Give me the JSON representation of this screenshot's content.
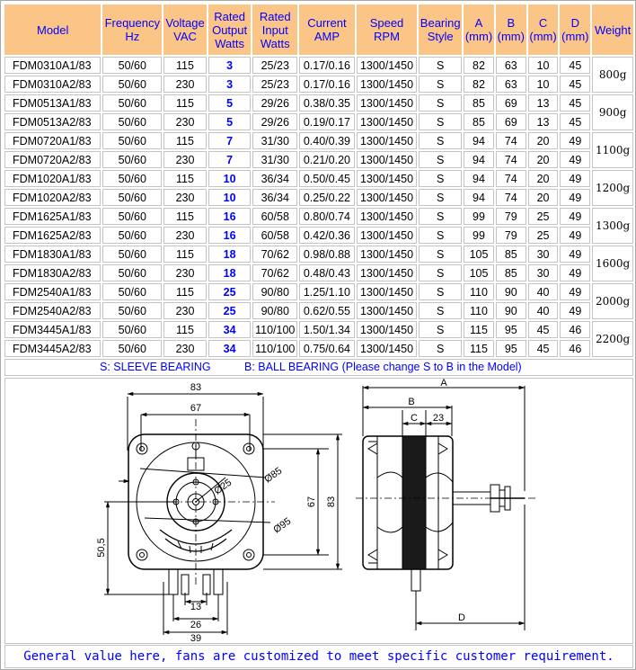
{
  "headers": {
    "model": "Model",
    "frequency": [
      "Frequency",
      "Hz"
    ],
    "voltage": [
      "Voltage",
      "VAC"
    ],
    "rated_output": [
      "Rated",
      "Output",
      "Watts"
    ],
    "rated_input": [
      "Rated",
      "Input",
      "Watts"
    ],
    "current": [
      "Current",
      "AMP"
    ],
    "speed": [
      "Speed",
      "RPM"
    ],
    "bearing": [
      "Bearing",
      "Style"
    ],
    "a": [
      "A",
      "(mm)"
    ],
    "b": [
      "B",
      "(mm)"
    ],
    "c": [
      "C",
      "(mm)"
    ],
    "d": [
      "D",
      "(mm)"
    ],
    "weight": "Weight"
  },
  "rows": [
    {
      "model": "FDM0310A1/83",
      "freq": "50/60",
      "voltage": "115",
      "output": "3",
      "input": "25/23",
      "current": "0.17/0.16",
      "speed": "1300/1450",
      "bearing": "S",
      "a": "82",
      "b": "63",
      "c": "10",
      "d": "45"
    },
    {
      "model": "FDM0310A2/83",
      "freq": "50/60",
      "voltage": "230",
      "output": "3",
      "input": "25/23",
      "current": "0.17/0.16",
      "speed": "1300/1450",
      "bearing": "S",
      "a": "82",
      "b": "63",
      "c": "10",
      "d": "45"
    },
    {
      "model": "FDM0513A1/83",
      "freq": "50/60",
      "voltage": "115",
      "output": "5",
      "input": "29/26",
      "current": "0.38/0.35",
      "speed": "1300/1450",
      "bearing": "S",
      "a": "85",
      "b": "69",
      "c": "13",
      "d": "45"
    },
    {
      "model": "FDM0513A2/83",
      "freq": "50/60",
      "voltage": "230",
      "output": "5",
      "input": "29/26",
      "current": "0.19/0.17",
      "speed": "1300/1450",
      "bearing": "S",
      "a": "85",
      "b": "69",
      "c": "13",
      "d": "45"
    },
    {
      "model": "FDM0720A1/83",
      "freq": "50/60",
      "voltage": "115",
      "output": "7",
      "input": "31/30",
      "current": "0.40/0.39",
      "speed": "1300/1450",
      "bearing": "S",
      "a": "94",
      "b": "74",
      "c": "20",
      "d": "49"
    },
    {
      "model": "FDM0720A2/83",
      "freq": "50/60",
      "voltage": "230",
      "output": "7",
      "input": "31/30",
      "current": "0.21/0.20",
      "speed": "1300/1450",
      "bearing": "S",
      "a": "94",
      "b": "74",
      "c": "20",
      "d": "49"
    },
    {
      "model": "FDM1020A1/83",
      "freq": "50/60",
      "voltage": "115",
      "output": "10",
      "input": "36/34",
      "current": "0.50/0.45",
      "speed": "1300/1450",
      "bearing": "S",
      "a": "94",
      "b": "74",
      "c": "20",
      "d": "49"
    },
    {
      "model": "FDM1020A2/83",
      "freq": "50/60",
      "voltage": "230",
      "output": "10",
      "input": "36/34",
      "current": "0.25/0.22",
      "speed": "1300/1450",
      "bearing": "S",
      "a": "94",
      "b": "74",
      "c": "20",
      "d": "49"
    },
    {
      "model": "FDM1625A1/83",
      "freq": "50/60",
      "voltage": "115",
      "output": "16",
      "input": "60/58",
      "current": "0.80/0.74",
      "speed": "1300/1450",
      "bearing": "S",
      "a": "99",
      "b": "79",
      "c": "25",
      "d": "49"
    },
    {
      "model": "FDM1625A2/83",
      "freq": "50/60",
      "voltage": "230",
      "output": "16",
      "input": "60/58",
      "current": "0.42/0.36",
      "speed": "1300/1450",
      "bearing": "S",
      "a": "99",
      "b": "79",
      "c": "25",
      "d": "49"
    },
    {
      "model": "FDM1830A1/83",
      "freq": "50/60",
      "voltage": "115",
      "output": "18",
      "input": "70/62",
      "current": "0.98/0.88",
      "speed": "1300/1450",
      "bearing": "S",
      "a": "105",
      "b": "85",
      "c": "30",
      "d": "49"
    },
    {
      "model": "FDM1830A2/83",
      "freq": "50/60",
      "voltage": "230",
      "output": "18",
      "input": "70/62",
      "current": "0.48/0.43",
      "speed": "1300/1450",
      "bearing": "S",
      "a": "105",
      "b": "85",
      "c": "30",
      "d": "49"
    },
    {
      "model": "FDM2540A1/83",
      "freq": "50/60",
      "voltage": "115",
      "output": "25",
      "input": "90/80",
      "current": "1.25/1.10",
      "speed": "1300/1450",
      "bearing": "S",
      "a": "110",
      "b": "90",
      "c": "40",
      "d": "49"
    },
    {
      "model": "FDM2540A2/83",
      "freq": "50/60",
      "voltage": "230",
      "output": "25",
      "input": "90/80",
      "current": "0.62/0.55",
      "speed": "1300/1450",
      "bearing": "S",
      "a": "110",
      "b": "90",
      "c": "40",
      "d": "49"
    },
    {
      "model": "FDM3445A1/83",
      "freq": "50/60",
      "voltage": "115",
      "output": "34",
      "input": "110/100",
      "current": "1.50/1.34",
      "speed": "1300/1450",
      "bearing": "S",
      "a": "115",
      "b": "95",
      "c": "45",
      "d": "46"
    },
    {
      "model": "FDM3445A2/83",
      "freq": "50/60",
      "voltage": "230",
      "output": "34",
      "input": "110/100",
      "current": "0.75/0.64",
      "speed": "1300/1450",
      "bearing": "S",
      "a": "115",
      "b": "95",
      "c": "45",
      "d": "46"
    }
  ],
  "weights": [
    "800g",
    "900g",
    "1100g",
    "1200g",
    "1300g",
    "1600g",
    "2000g",
    "2200g"
  ],
  "legend": {
    "sleeve": "S: SLEEVE BEARING",
    "ball": "B: BALL BEARING (Please change S to B in the Model)"
  },
  "drawing_labels": {
    "front": {
      "w83": "83",
      "w67": "67",
      "h67": "67",
      "h83": "83",
      "d85": "Ø85",
      "d25": "Ø25",
      "d95": "Ø95",
      "h50_5": "50,5",
      "w13": "13",
      "w26": "26",
      "w39": "39"
    },
    "side": {
      "a": "A",
      "b": "B",
      "c": "C",
      "w23": "23",
      "d": "D"
    }
  },
  "footer": "General value here, fans are customized to meet specific customer requirement."
}
